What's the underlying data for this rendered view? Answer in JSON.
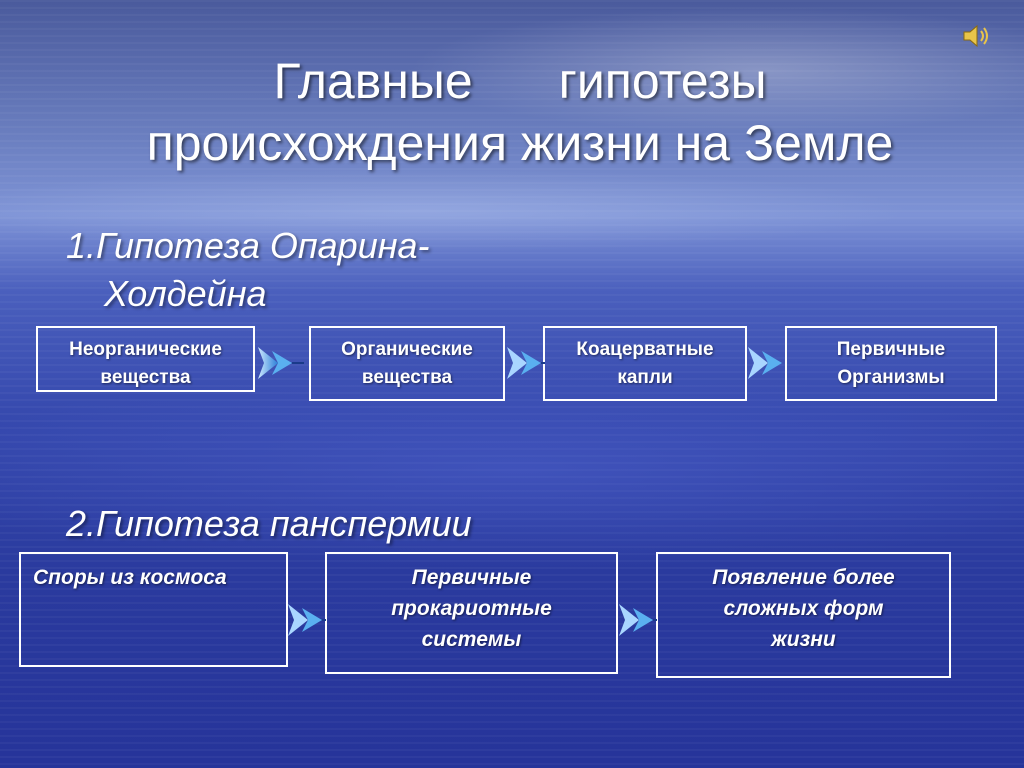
{
  "slide": {
    "title_line1_left": "Главные",
    "title_line1_right": "гипотезы",
    "title_line2": "происхождения жизни на Земле",
    "hypothesis1": {
      "heading_line1": "1.Гипотеза Опарина-",
      "heading_line2": "Холдейна",
      "steps": [
        {
          "line1": "Неорганические",
          "line2": "вещества"
        },
        {
          "line1": "Органические",
          "line2": "вещества"
        },
        {
          "line1": "Коацерватные",
          "line2": "капли"
        },
        {
          "line1": "Первичные",
          "line2": "Организмы"
        }
      ]
    },
    "hypothesis2": {
      "heading": "2.Гипотеза панспермии",
      "steps": [
        {
          "line1": "Споры из космоса"
        },
        {
          "line1": "Первичные",
          "line2": "прокариотные",
          "line3": "системы"
        },
        {
          "line1": "Появление более",
          "line2": "сложных форм",
          "line3": "жизни"
        }
      ]
    }
  },
  "icons": [
    "speaker-icon",
    "arrow-right-icon"
  ],
  "colors": {
    "text": "#ffffff",
    "background": "#3548ad"
  }
}
